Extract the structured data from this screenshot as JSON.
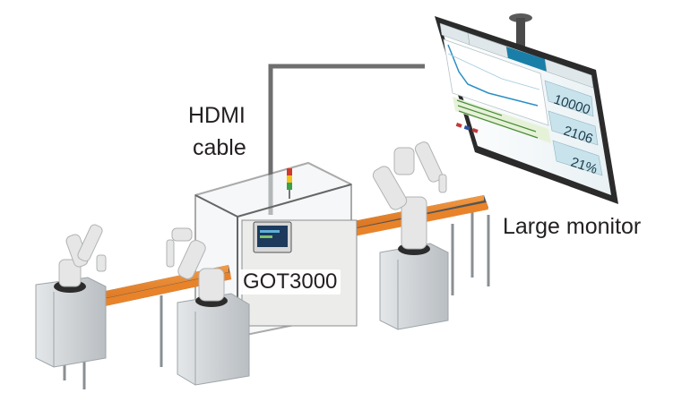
{
  "labels": {
    "cable_line1": "HDMI",
    "cable_line2": "cable",
    "monitor": "Large monitor",
    "hmi": "GOT3000"
  },
  "monitor_screen": {
    "values": [
      "10000",
      "2106",
      "21%"
    ]
  },
  "colors": {
    "conveyor_belt": "#e8832a",
    "cable": "#6f6f6f",
    "monitor_frame": "#2b2b2b",
    "screen_header": "#1a7fa8",
    "screen_panel": "#c9e3ec",
    "robot": "#e6e6e6",
    "pedestal": "#cfd3d6"
  }
}
